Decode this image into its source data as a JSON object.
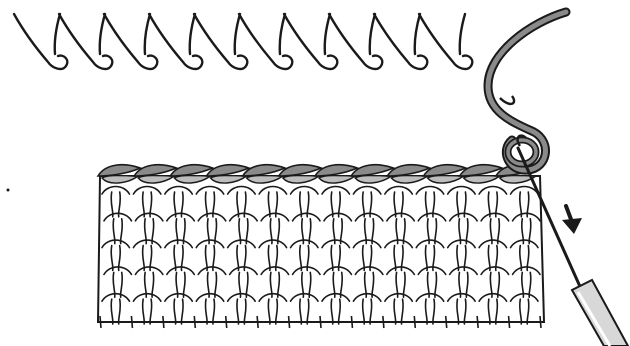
{
  "illustration": {
    "subject": "crochet-edging-on-knitted-fabric",
    "top_row_hook_count": 10,
    "fabric_rows": 5,
    "fabric_columns": 14,
    "edge_chain_links": 12,
    "colors": {
      "background": "#ffffff",
      "outline": "#1a1a1a",
      "yarn_fill": "#8a8a8a",
      "yarn_light": "#bdbdbd",
      "fabric_fill": "#ffffff",
      "hook_handle": "#d8d8d8",
      "arrow": "#1a1a1a"
    },
    "icons": [
      "hook-stitch-icon",
      "crochet-hook-icon",
      "direction-arrow-icon",
      "yarn-loop-icon"
    ]
  }
}
